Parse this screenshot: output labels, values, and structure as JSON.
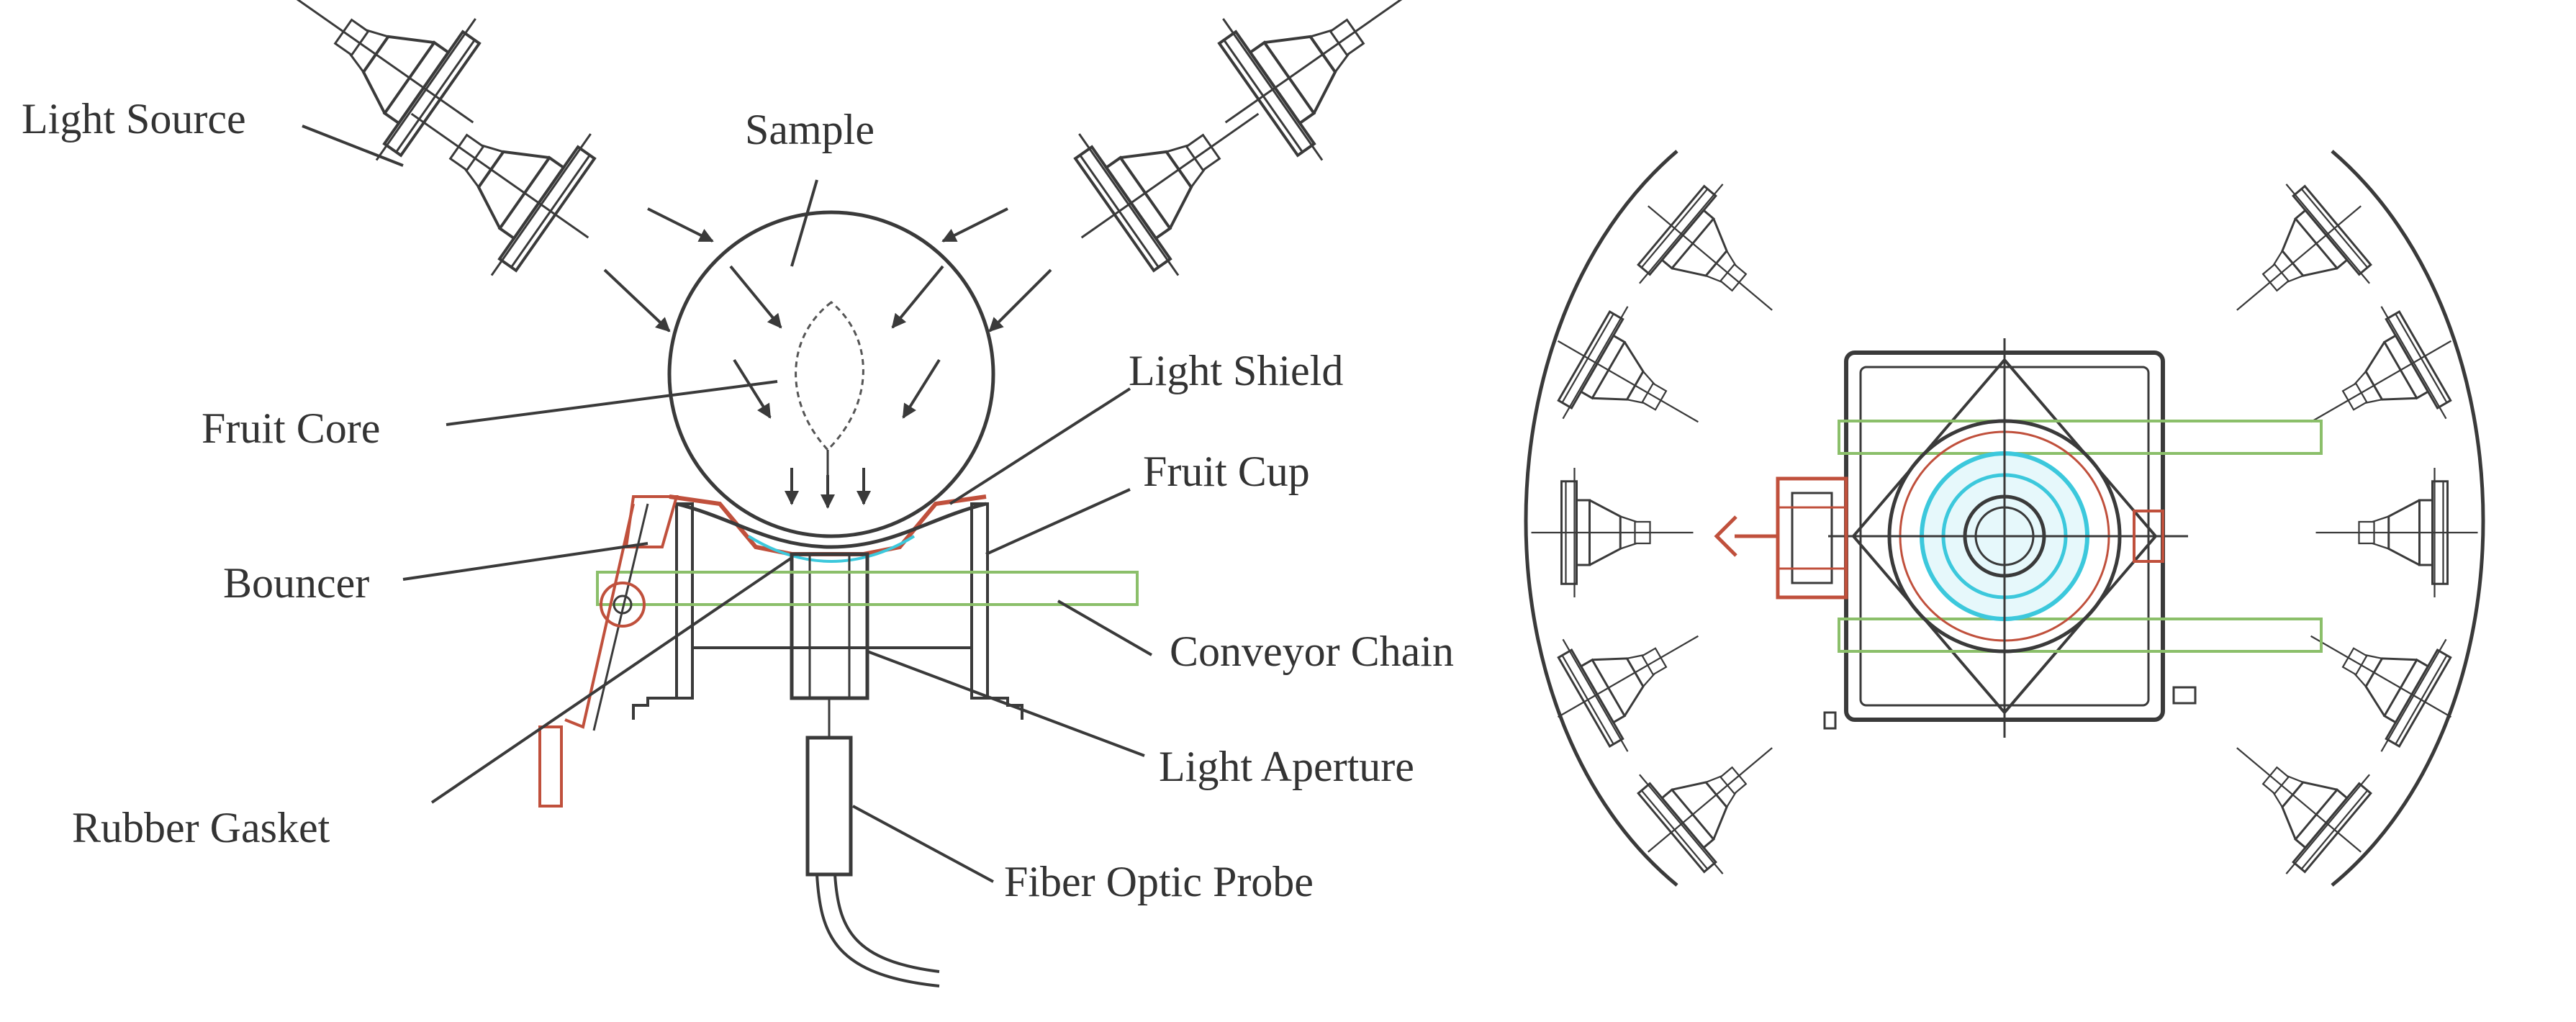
{
  "labels": {
    "light_source": "Light Source",
    "sample": "Sample",
    "fruit_core": "Fruit Core",
    "light_shield": "Light Shield",
    "fruit_cup": "Fruit Cup",
    "bouncer": "Bouncer",
    "conveyor_chain": "Conveyor Chain",
    "rubber_gasket": "Rubber Gasket",
    "light_aperture": "Light Aperture",
    "fiber_optic_probe": "Fiber Optic Probe"
  },
  "colors": {
    "line": "#3a3a3a",
    "label": "#333333",
    "red_detail": "#c0503c",
    "green_detail": "#8bbf6a",
    "cyan_detail": "#3cc8dc"
  },
  "views": [
    "side-view-schematic",
    "top-view-schematic"
  ]
}
